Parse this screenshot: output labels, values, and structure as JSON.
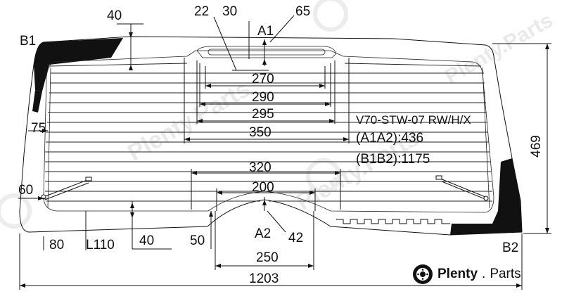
{
  "brand": {
    "name": "Plenty",
    "dot": ".",
    "tld": "Parts",
    "logo_icon": "gear-brake-disc-icon"
  },
  "part_info": {
    "model": "V70-STW-07 RW/H/X",
    "a1a2": "(A1A2):436",
    "b1b2": "(B1B2):1175"
  },
  "points": {
    "a1": "A1",
    "a2": "A2",
    "b1": "B1",
    "b2": "B2"
  },
  "dimensions": {
    "top_40": "40",
    "top_22": "22",
    "top_30": "30",
    "top_65": "65",
    "d270": "270",
    "d290": "290",
    "d295": "295",
    "d350": "350",
    "d320": "320",
    "d200": "200",
    "left_75": "75",
    "left_60": "60",
    "height_469": "469",
    "bottom_80": "80",
    "bottom_l110": "L110",
    "bottom_40": "40",
    "bottom_50": "50",
    "bottom_42": "42",
    "d250": "250",
    "width_1203": "1203"
  },
  "colors": {
    "line": "#111111",
    "ceramic_band": "#111111",
    "watermark": "#d8d8d8"
  }
}
